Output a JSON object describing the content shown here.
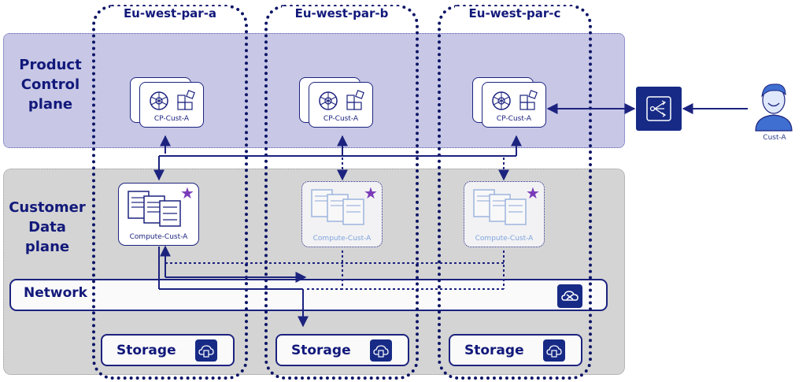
{
  "planes": {
    "control": {
      "label_lines": [
        "Product",
        "Control",
        "plane"
      ]
    },
    "data": {
      "label_lines": [
        "Customer",
        "Data",
        "plane"
      ]
    }
  },
  "zones": [
    {
      "name": "Eu-west-par-a"
    },
    {
      "name": "Eu-west-par-b"
    },
    {
      "name": "Eu-west-par-c"
    }
  ],
  "control_plane_nodes": [
    {
      "label": "CP-Cust-A"
    },
    {
      "label": "CP-Cust-A"
    },
    {
      "label": "CP-Cust-A"
    }
  ],
  "compute_nodes": [
    {
      "label": "Compute-Cust-A",
      "active": true
    },
    {
      "label": "Compute-Cust-A",
      "active": false
    },
    {
      "label": "Compute-Cust-A",
      "active": false
    }
  ],
  "network": {
    "label": "Network"
  },
  "storage": [
    {
      "label": "Storage"
    },
    {
      "label": "Storage"
    },
    {
      "label": "Storage"
    }
  ],
  "load_balancer": {
    "icon": "load-balancer-icon"
  },
  "customer": {
    "label": "Cust-A",
    "icon": "user-icon"
  },
  "colors": {
    "navy": "#0d1566",
    "control_band": "#c8c8e6",
    "data_band": "#d4d4d4",
    "star": "#7a3ab8",
    "faded": "#7fa4dc"
  }
}
